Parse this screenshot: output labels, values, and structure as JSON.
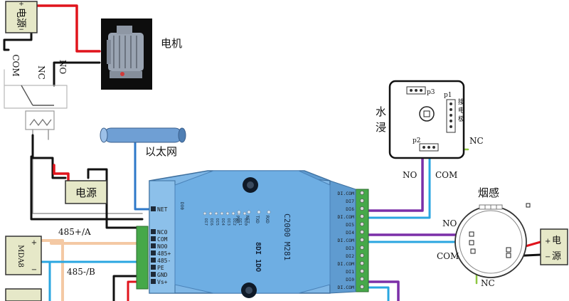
{
  "power_top": {
    "label": "电源",
    "plus": "+",
    "minus": "−"
  },
  "motor": {
    "label": "电机"
  },
  "relay": {
    "com": "COM",
    "nc": "NC",
    "no": "NO"
  },
  "power_mid": {
    "label": "电源"
  },
  "ethernet": {
    "label": "以太网"
  },
  "sensor_485": {
    "label": "MDA8",
    "plus": "+",
    "minus": "−",
    "a_label": "485+/A",
    "b_label": "485-/B"
  },
  "module": {
    "model": "C2000 M281",
    "io": "8DI 1DO",
    "left_terminals": [
      "NET",
      "NC0",
      "COM",
      "NO0",
      "485+",
      "485-",
      "PE",
      "GND",
      "Vs+"
    ],
    "right_terminals": [
      "DI.COM",
      "DI7",
      "DI6",
      "DI.COM",
      "DI5",
      "DI4",
      "DI.COM",
      "DI3",
      "DI2",
      "DI.COM",
      "DI1",
      "DI0",
      "DI.COM"
    ],
    "di_leds": [
      "DI7",
      "DI6",
      "DI5",
      "DI4",
      "DI3",
      "DI2",
      "DI1",
      "DI0"
    ],
    "status_leds": [
      "PWR",
      "NET",
      "TXD",
      "RXD"
    ],
    "led_do": "DO0"
  },
  "water": {
    "label_1": "水",
    "label_2": "浸",
    "p1": "p1",
    "p2": "p2",
    "p3": "p3",
    "side": [
      "接",
      "电",
      "极"
    ],
    "nc": "NC",
    "no": "NO",
    "com": "COM"
  },
  "smoke": {
    "label": "烟感",
    "no": "NO",
    "com": "COM",
    "nc": "NC"
  },
  "power_right": {
    "plus": "+",
    "label_1": "电",
    "minus": "−",
    "label_2": "源"
  }
}
